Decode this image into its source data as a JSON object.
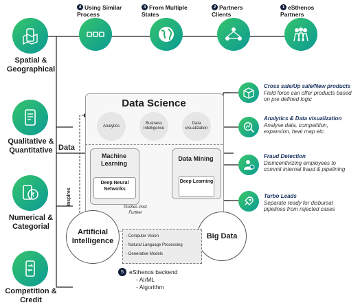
{
  "left_column": [
    {
      "label": "Spatial & Geographical",
      "icon": "map-phone-icon"
    },
    {
      "label": "Qualitative & Quantitative",
      "icon": "tablet-chart-icon"
    },
    {
      "label": "Numerical & Categorial",
      "icon": "rupee-card-icon"
    },
    {
      "label": "Competition & Credit",
      "icon": "phone-exchange-icon"
    }
  ],
  "top_row": [
    {
      "num": "4",
      "label": "Using Similar Process",
      "icon": "process-flow-icon"
    },
    {
      "num": "3",
      "label": "From Multiple States",
      "icon": "globe-icon"
    },
    {
      "num": "2",
      "label": "Partners Clients",
      "icon": "network-people-icon"
    },
    {
      "num": "1",
      "label": "eSthenos Partners",
      "icon": "people-group-icon"
    }
  ],
  "data_label": "Data",
  "inspires_label": "Inspires",
  "data_science": {
    "title": "Data Science",
    "circles": [
      "Analytics",
      "Business Intelligence",
      "Data visualization"
    ],
    "ml_title": "Machine Learning",
    "ml_inner": "Deep Neural Networks",
    "dm_title": "Data Mining",
    "dm_inner": "Deep Learning",
    "pushes": "Pushes Post Further"
  },
  "ai_label": "Artificial Intelligence",
  "bigdata_label": "Big Data",
  "backend_list": [
    "- Computer Vision",
    "- Natural Language Processing",
    "- Generative Models"
  ],
  "backend": {
    "num": "5",
    "title": "eSthenos backend",
    "items": [
      "- AI/ML",
      "- Algorithm"
    ]
  },
  "right_items": [
    {
      "title": "Cross sale/Up sale/New products",
      "desc": "Field force can offer products based on pre defined logic",
      "icon": "product-box-icon"
    },
    {
      "title": "Analytics & Data visualization",
      "desc": "Analyse data, competition, expansion, heat map etc.",
      "icon": "magnifier-chart-icon"
    },
    {
      "title": "Fraud Detection",
      "desc": "Disincentivizing employees to commit internal fraud & pipelining",
      "icon": "person-alert-icon"
    },
    {
      "title": "Turbo Leads",
      "desc": "Separate ready for disbursal pipelines from rejected cases",
      "icon": "rocket-icon"
    }
  ],
  "colors": {
    "green": "#35c46a",
    "teal": "#0c9a96",
    "navy": "#111c3a",
    "title_blue": "#17315e"
  }
}
